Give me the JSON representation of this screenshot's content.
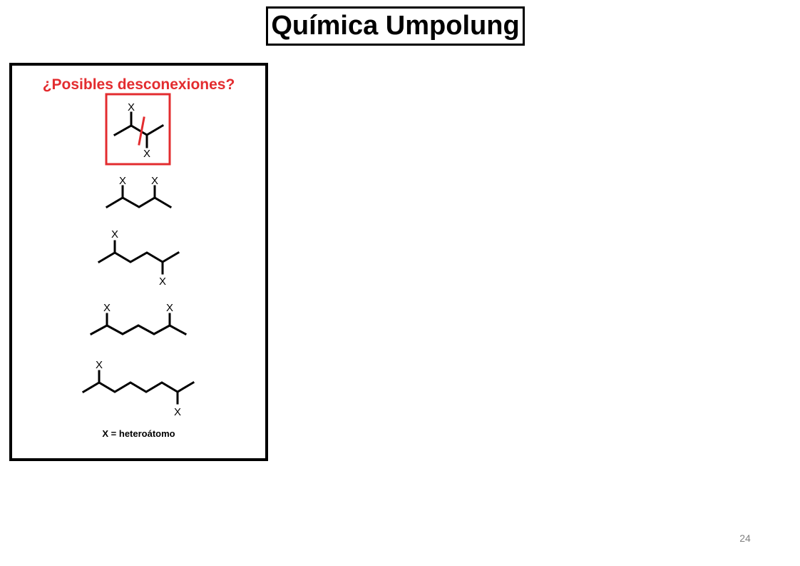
{
  "slide": {
    "title": "Química Umpolung",
    "page_number": "24"
  },
  "panel": {
    "heading": "¿Posibles desconexiones?",
    "footnote": "X = heteroátomo",
    "heteroatom_label": "X"
  },
  "colors": {
    "accent": "#e32c2f",
    "text": "#000000",
    "page_number": "#7f7f7f"
  },
  "structures": [
    "1,2-diheteroatom chain (highlighted, disconnection shown)",
    "1,3-diheteroatom chain",
    "1,4-diheteroatom chain",
    "1,5-diheteroatom chain",
    "1,6-diheteroatom chain"
  ]
}
